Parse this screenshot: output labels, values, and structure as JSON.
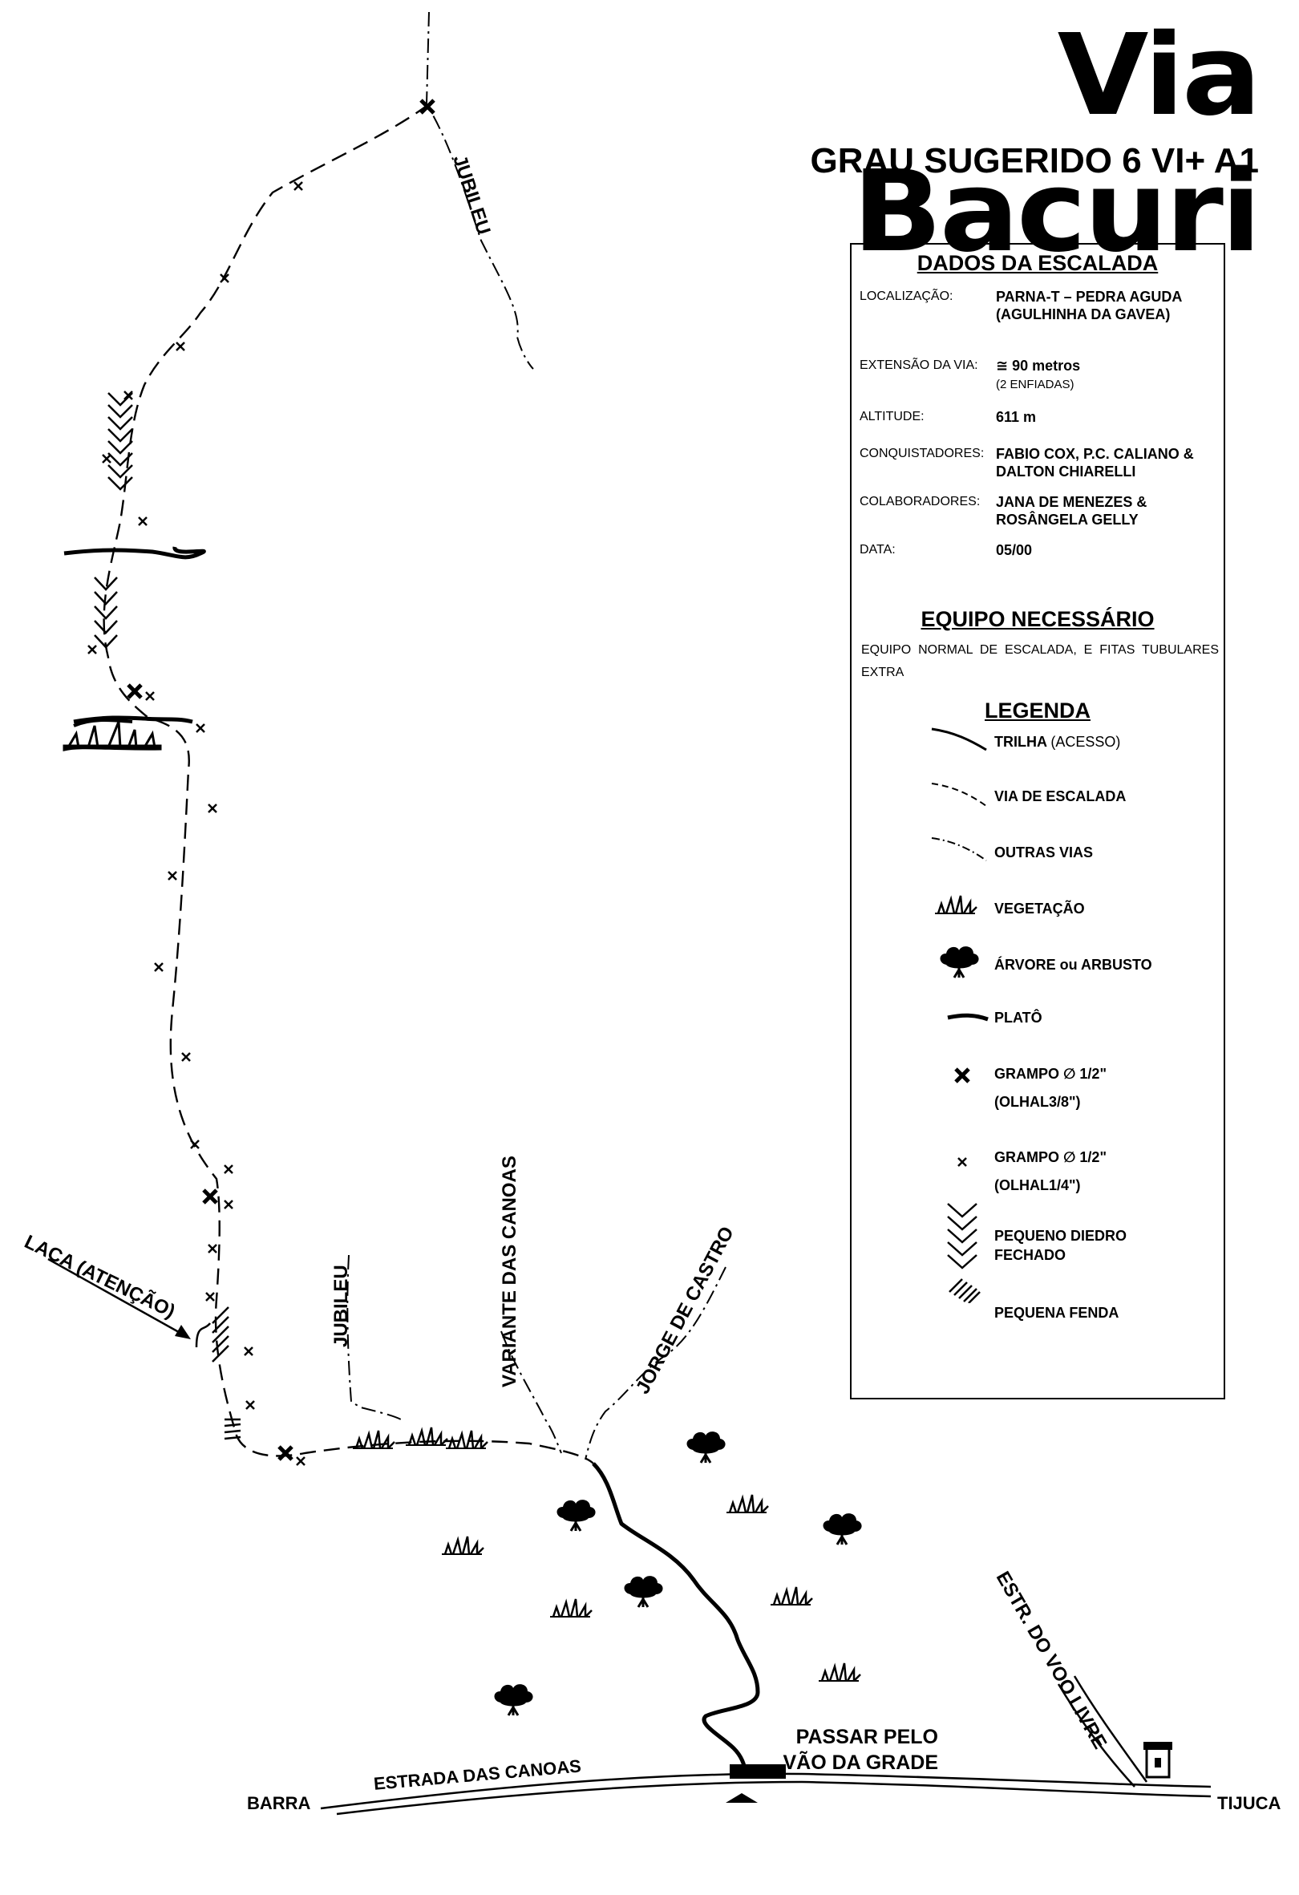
{
  "title": "Via Bacuri",
  "grade": "GRAU SUGERIDO 6 VI+ A1",
  "climb_data": {
    "heading": "DADOS DA ESCALADA",
    "fields": [
      {
        "label": "LOCALIZAÇÃO:",
        "value": "PARNA-T – PEDRA AGUDA (AGULHINHA DA GAVEA)",
        "note": ""
      },
      {
        "label": "EXTENSÃO DA VIA:",
        "value": "≅ 90 metros",
        "note": "(2 ENFIADAS)"
      },
      {
        "label": "ALTITUDE:",
        "value": "611 m",
        "note": ""
      },
      {
        "label": "CONQUISTADORES:",
        "value": "FABIO COX, P.C. CALIANO & DALTON CHIARELLI",
        "note": ""
      },
      {
        "label": "COLABORADORES:",
        "value": "JANA DE MENEZES & ROSÂNGELA GELLY",
        "note": ""
      },
      {
        "label": "DATA:",
        "value": "05/00",
        "note": ""
      }
    ]
  },
  "equipment": {
    "heading": "EQUIPO NECESSÁRIO",
    "text": "EQUIPO NORMAL DE ESCALADA, E FITAS TUBULARES EXTRA"
  },
  "legend": {
    "heading": "LEGENDA",
    "items": [
      {
        "icon": "trail-line-icon",
        "label": "TRILHA",
        "note": "(ACESSO)"
      },
      {
        "icon": "dashed-route-icon",
        "label": "VIA DE ESCALADA",
        "note": ""
      },
      {
        "icon": "dash-dot-route-icon",
        "label": "OUTRAS VIAS",
        "note": ""
      },
      {
        "icon": "vegetation-icon",
        "label": "VEGETAÇÃO",
        "note": ""
      },
      {
        "icon": "tree-icon",
        "label": "ÁRVORE ou ARBUSTO",
        "note": ""
      },
      {
        "icon": "plateau-icon",
        "label": "PLATÔ",
        "note": ""
      },
      {
        "icon": "large-bolt-icon",
        "label": "GRAMPO ∅ 1/2\"",
        "note": "(OLHAL3/8\")"
      },
      {
        "icon": "small-bolt-icon",
        "label": "GRAMPO ∅ 1/2\"",
        "note": "(OLHAL1/4\")"
      },
      {
        "icon": "dihedral-icon",
        "label": "PEQUENO DIEDRO FECHADO",
        "note": ""
      },
      {
        "icon": "crack-icon",
        "label": "PEQUENA FENDA",
        "note": ""
      }
    ]
  },
  "map_labels": {
    "jubileu_top": "JUBILEU",
    "jubileu_bottom": "JUBILEU",
    "variante": "VARIANTE DAS CANOAS",
    "jorge": "JORGE DE CASTRO",
    "laca": "LACA (ATENÇÃO)",
    "voo_livre": "ESTR. DO VOO LIVRE",
    "passar": "PASSAR PELO VÃO DA GRADE",
    "estrada": "ESTRADA DAS CANOAS",
    "barra": "BARRA",
    "tijuca": "TIJUCA"
  }
}
